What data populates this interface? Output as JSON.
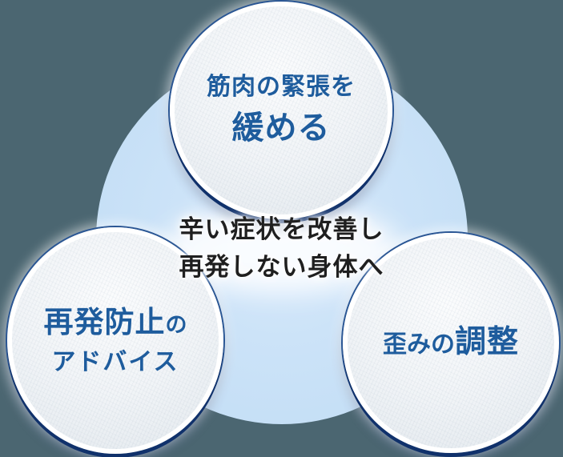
{
  "diagram": {
    "center_message": {
      "line1": "辛い症状を改善し",
      "line2": "再発しない身体へ"
    },
    "bubbles": {
      "top": {
        "line1": "筋肉の緊張を",
        "line2": "緩める"
      },
      "left": {
        "line1_main": "再発防止",
        "line1_small": "の",
        "line2": "アドバイス"
      },
      "right": {
        "small": "歪みの",
        "large": "調整"
      }
    },
    "colors": {
      "page_background": "#4b6671",
      "big_circle_blue": "#c5dff6",
      "bubble_fill": "#f1f4f7",
      "bubble_ring_navy": "#10316b",
      "bubble_ring_white": "#ffffff",
      "bubble_text_blue": "#1e5c9d",
      "center_text_dark": "#1f1f1f"
    }
  }
}
